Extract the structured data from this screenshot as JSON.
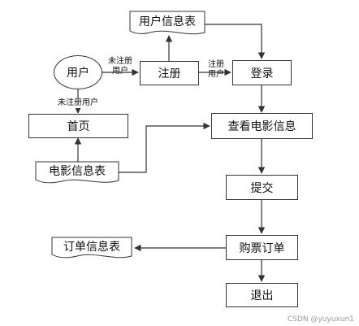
{
  "nodes": {
    "user_info_table": "用户信息表",
    "user": "用户",
    "register": "注册",
    "login": "登录",
    "home": "首页",
    "view_movie_info": "查看电影信息",
    "movie_info_table": "电影信息表",
    "submit": "提交",
    "order_info_table": "订单信息表",
    "buy_ticket_order": "购票订单",
    "logout": "退出"
  },
  "edge_labels": {
    "user_to_register_line1": "未注册",
    "user_to_register_line2": "用户",
    "register_to_login_line1": "注册",
    "register_to_login_line2": "用户",
    "user_to_home": "未注册用户"
  },
  "watermark": "CSDN @yuyuxun1",
  "colors": {
    "stroke": "#333333",
    "text": "#111111",
    "background": "#ffffff"
  }
}
